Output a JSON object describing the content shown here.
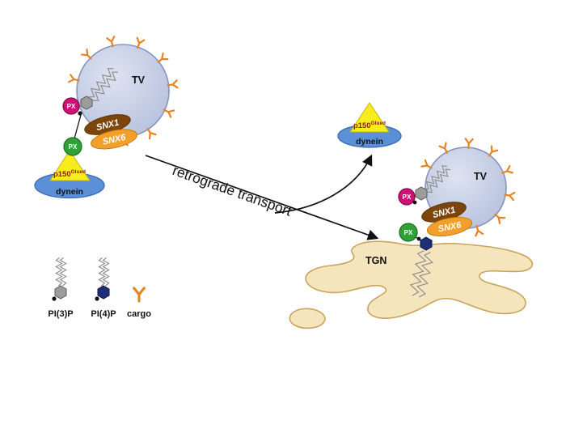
{
  "diagram": {
    "labels": {
      "tv": "TV",
      "px": "PX",
      "snx1": "SNX1",
      "snx6": "SNX6",
      "p150": "p150",
      "p150_sup": "Glued",
      "dynein": "dynein",
      "retrograde": "retrograde transport",
      "tgn": "TGN"
    },
    "legend": {
      "pi3p": "PI(3)P",
      "pi4p": "PI(4)P",
      "cargo": "cargo"
    },
    "colors": {
      "vesicle_light": "#dde3f1",
      "vesicle_fill": "#b5c0dc",
      "vesicle_stroke": "#8794bc",
      "cargo_orange": "#e8821f",
      "px_pink": "#cf1076",
      "px_green": "#2fa136",
      "snx1_brown": "#7c450b",
      "snx6_orange": "#f2a02b",
      "p150_yellow": "#f8ec1c",
      "p150_text": "#8b2020",
      "dynein_blue": "#5b90d8",
      "tgn_fill": "#f5e5bd",
      "tgn_stroke": "#c9a45c",
      "pi3p_gray": "#9c9c9c",
      "pi4p_navy": "#202e78"
    }
  }
}
